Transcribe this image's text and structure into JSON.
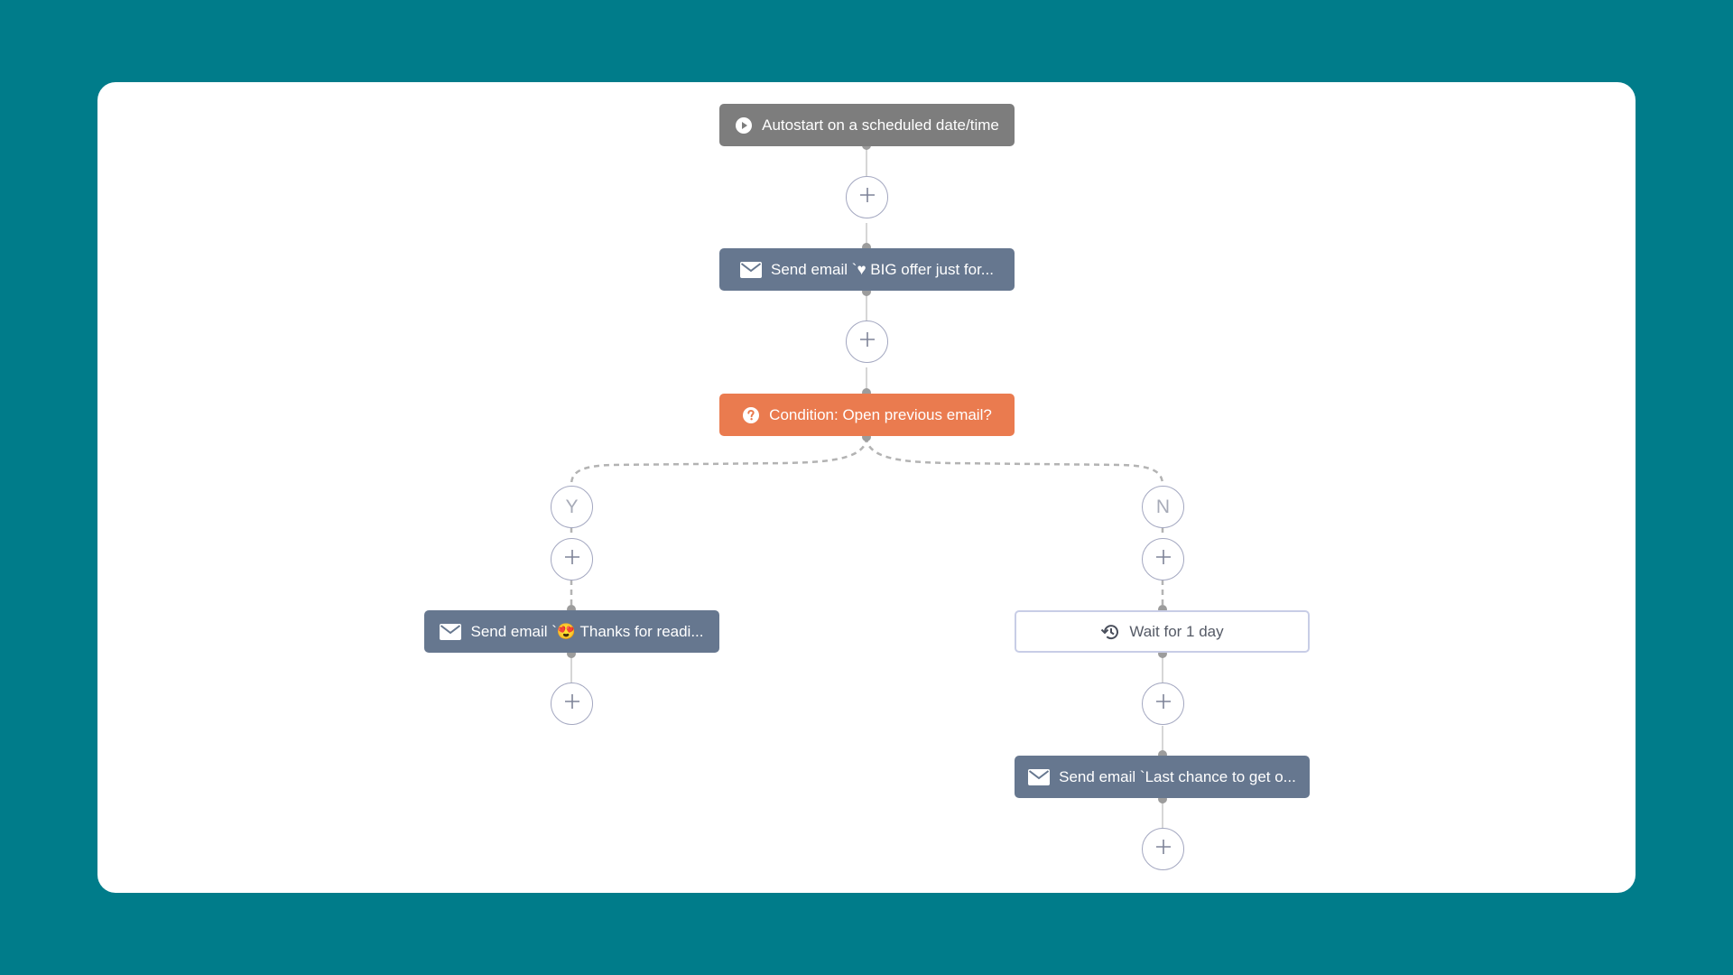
{
  "workflow": {
    "trigger": {
      "label": "Autostart on a scheduled date/time",
      "icon": "play-circle-icon"
    },
    "email_1": {
      "label": "Send email `♥ BIG offer just for...",
      "icon": "envelope-icon"
    },
    "condition": {
      "label": "Condition: Open previous email?",
      "icon": "question-circle-icon"
    },
    "branch_yes": {
      "label": "Y"
    },
    "branch_no": {
      "label": "N"
    },
    "yes_email": {
      "label": "Send email `😍 Thanks for readi...",
      "icon": "envelope-icon"
    },
    "wait": {
      "label": "Wait for 1 day",
      "icon": "history-icon"
    },
    "no_email": {
      "label": "Send email `Last chance to get o...",
      "icon": "envelope-icon"
    },
    "add_step": {
      "symbol": "+"
    }
  },
  "colors": {
    "background": "#007c8a",
    "canvas": "#ffffff",
    "trigger": "#7d7d7d",
    "email": "#66778f",
    "condition": "#ea7b4f",
    "wait_border": "#c8cde6",
    "connector": "#b0b0b0"
  }
}
